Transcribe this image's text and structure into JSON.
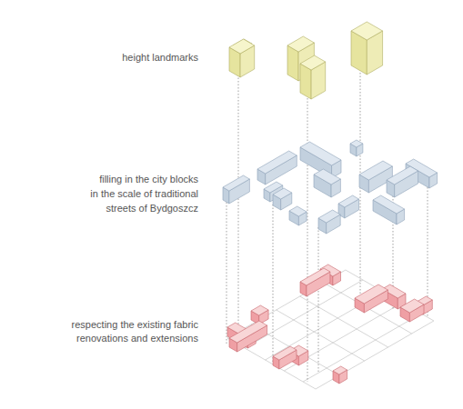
{
  "diagram": {
    "labels": [
      "height landmarks",
      "filling in the city blocks in the scale of traditional streets of Bydgoszcz",
      "respecting the existing fabric renovations and extensions"
    ]
  }
}
